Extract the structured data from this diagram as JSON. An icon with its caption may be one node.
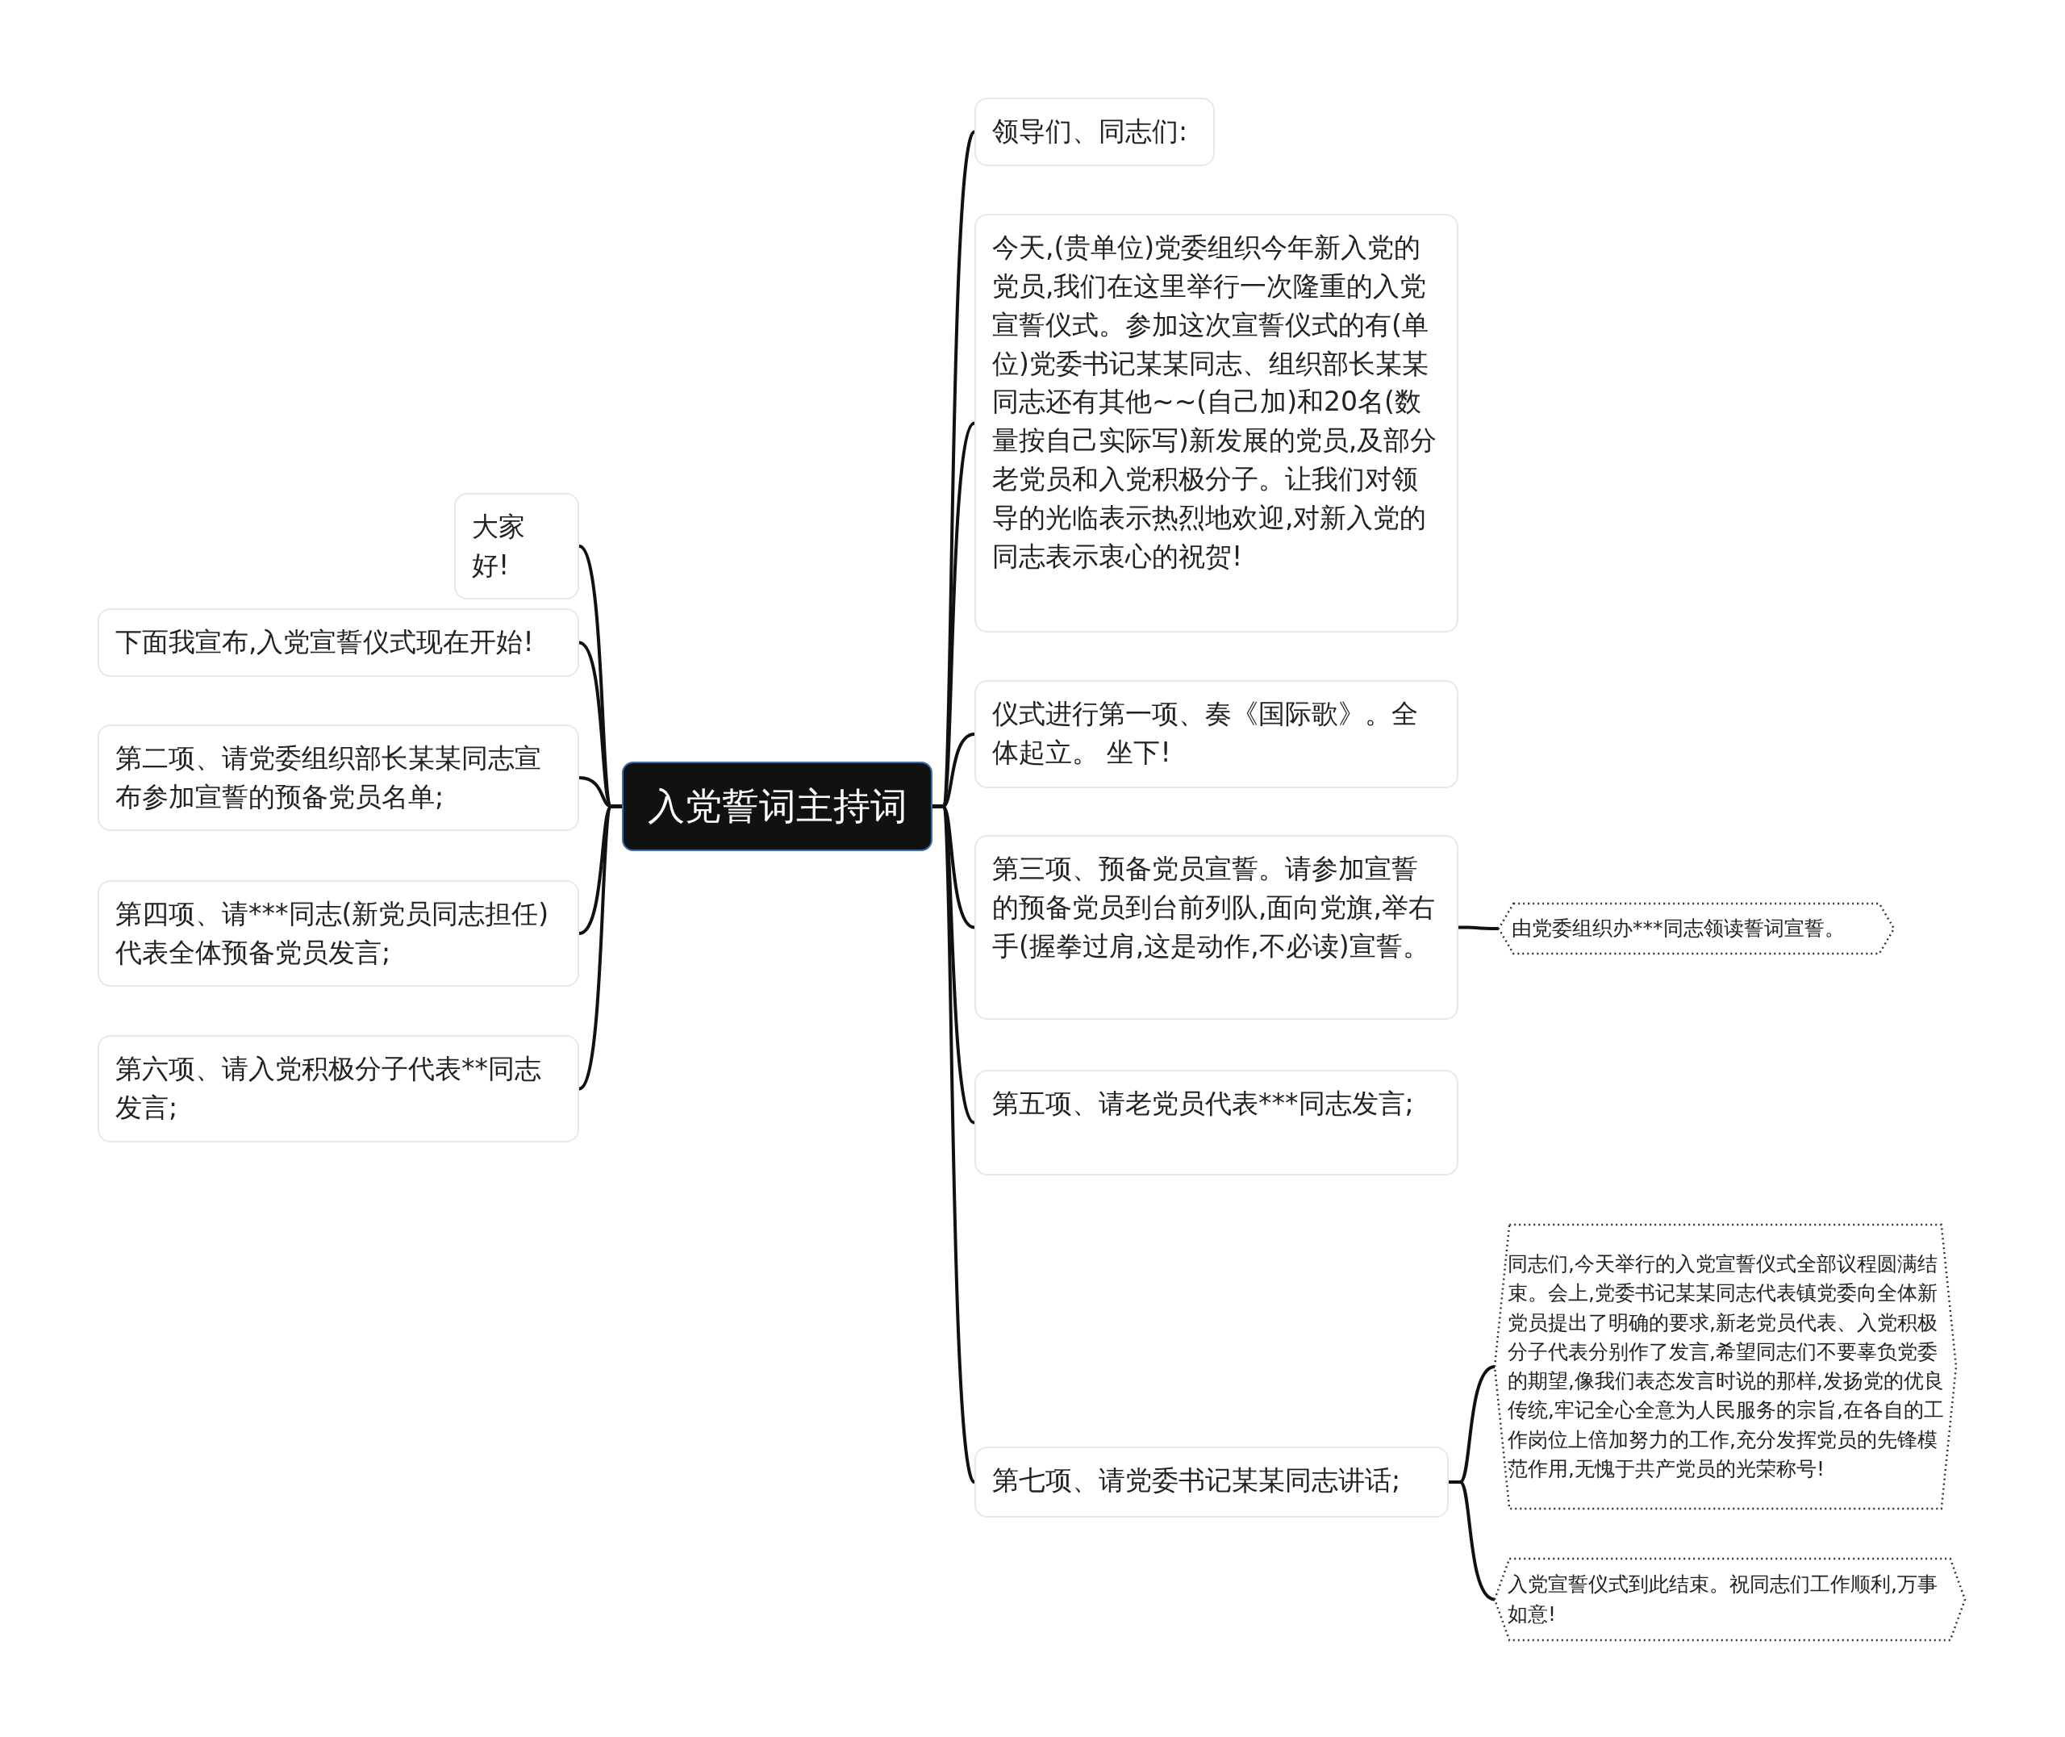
{
  "diagram": {
    "nodes": [
      {
        "text": [
          "入党誓词主持词"
        ]
      },
      {
        "text": [
          "领导们、同志们:"
        ]
      },
      {
        "text": [
          "今天,(贵单位)党委组织今年新入党的党员,我们在这里举行一次隆重的入党宣誓仪式。参加这次宣誓仪式的有(单位)党委书记某某同志、组织部长某某同志还有其他~~(自己加)和20名(数量按自己实际写)新发展的党员,及部分老党员和入党积极分子。让我们对领导的光临表示热烈地欢迎,对新入党的同志表示衷心的祝贺!"
        ]
      },
      {
        "text": [
          "仪式进行第一项、奏《国际歌》。全体起立。 坐下!"
        ]
      },
      {
        "text": [
          "第三项、预备党员宣誓。请参加宣誓的预备党员到台前列队,面向党旗,举右手(握拳过肩,这是动作,不必读)宣誓。"
        ]
      },
      {
        "text": [
          "由党委组织办***同志领读誓词宣誓。"
        ]
      },
      {
        "text": [
          "第五项、请老党员代表***同志发言;"
        ]
      },
      {
        "text": [
          "第七项、请党委书记某某同志讲话;"
        ]
      },
      {
        "text": [
          "同志们,今天举行的入党宣誓仪式全部议程圆满结束。会上,党委书记某某同志代表镇党委向全体新党员提出了明确的要求,新老党员代表、入党积极分子代表分别作了发言,希望同志们不要辜负党委的期望,像我们表态发言时说的那样,发扬党的优良传统,牢记全心全意为人民服务的宗旨,在各自的工作岗位上倍加努力的工作,充分发挥党员的先锋模范作用,无愧于共产党员的光荣称号!"
        ]
      },
      {
        "text": [
          "入党宣誓仪式到此结束。祝同志们工作顺利,万事如意!"
        ]
      },
      {
        "text": [
          "大家好!"
        ]
      },
      {
        "text": [
          "下面我宣布,入党宣誓仪式现在开始!"
        ]
      },
      {
        "text": [
          "第二项、请党委组织部长某某同志宣布参加宣誓的预备党员名单;"
        ]
      },
      {
        "text": [
          "第四项、请***同志(新党员同志担任)代表全体预备党员发言;"
        ]
      },
      {
        "text": [
          "第六项、请入党积极分子代表**同志发言;"
        ]
      }
    ],
    "edges": [
      {
        "from": 0,
        "to": 1,
        "arrow": "none"
      },
      {
        "from": 0,
        "to": 2,
        "arrow": "none"
      },
      {
        "from": 0,
        "to": 3,
        "arrow": "none"
      },
      {
        "from": 0,
        "to": 4,
        "arrow": "none"
      },
      {
        "from": 4,
        "to": 5,
        "arrow": "none"
      },
      {
        "from": 0,
        "to": 6,
        "arrow": "none"
      },
      {
        "from": 0,
        "to": 7,
        "arrow": "none"
      },
      {
        "from": 7,
        "to": 8,
        "arrow": "none"
      },
      {
        "from": 7,
        "to": 9,
        "arrow": "none"
      },
      {
        "from": 0,
        "to": 10,
        "arrow": "none"
      },
      {
        "from": 0,
        "to": 11,
        "arrow": "none"
      },
      {
        "from": 0,
        "to": 12,
        "arrow": "none"
      },
      {
        "from": 0,
        "to": 13,
        "arrow": "none"
      },
      {
        "from": 0,
        "to": 14,
        "arrow": "none"
      }
    ]
  }
}
